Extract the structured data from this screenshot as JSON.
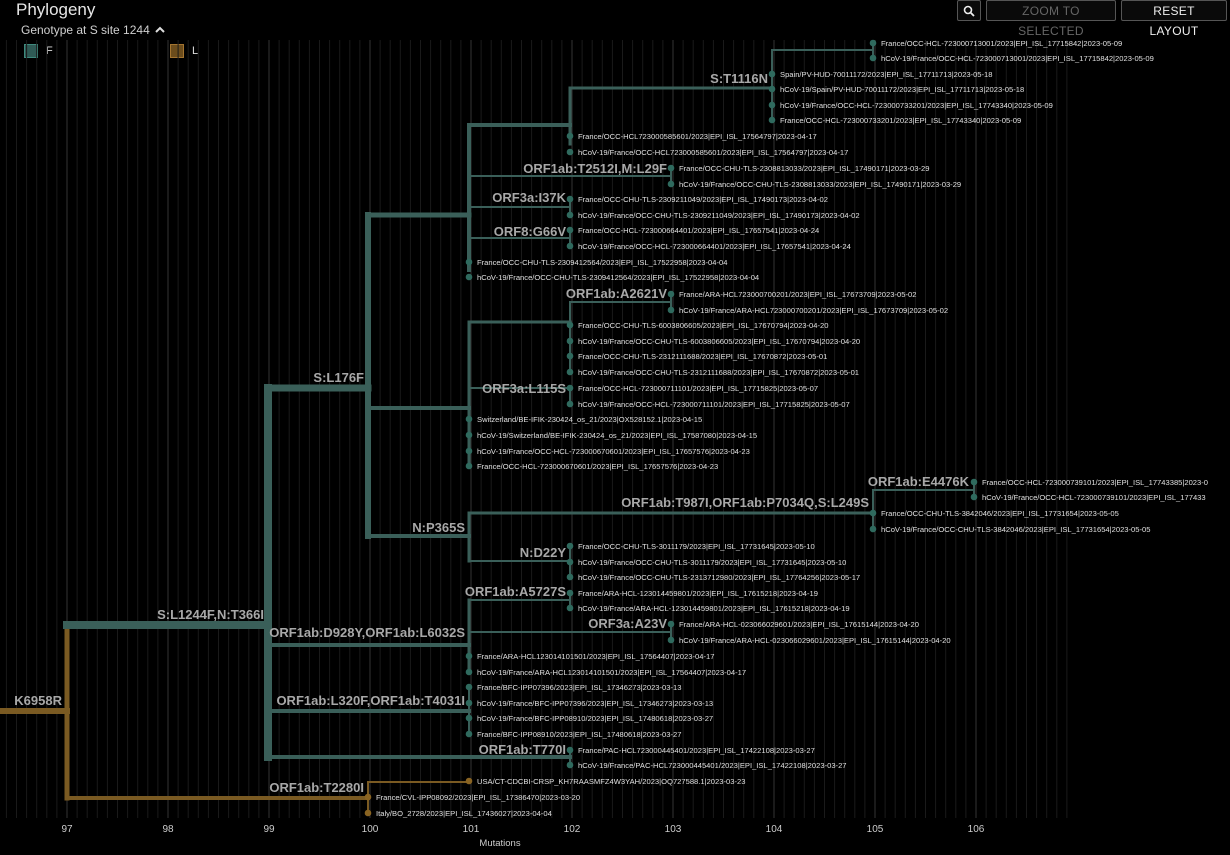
{
  "panel": {
    "title": "Phylogeny",
    "zoom_selected_label": "ZOOM TO SELECTED",
    "reset_layout_label": "RESET LAYOUT"
  },
  "legend": {
    "title": "Genotype at S site 1244",
    "items": [
      {
        "label": "F",
        "color": "#2f5a55"
      },
      {
        "label": "L",
        "color": "#6b4c1c"
      }
    ]
  },
  "colors": {
    "F": "#3a5f59",
    "L": "#7a5a22",
    "grid": "#2a2a2a",
    "tip_F": "#2f6a5e",
    "tip_L": "#8a6422",
    "mutation_label": "#a8a8a8"
  },
  "axis": {
    "title": "Mutations",
    "ticks": [
      "97",
      "98",
      "99",
      "100",
      "101",
      "102",
      "103",
      "104",
      "105",
      "106"
    ]
  },
  "branch_labels": [
    "K6958R",
    "S:L1244F,N:T366I",
    "ORF1ab:T2280I",
    "S:L176F",
    "ORF1ab:D928Y,ORF1ab:L6032S",
    "ORF1ab:L320F,ORF1ab:T4031I",
    "ORF1ab:T770I",
    "S:T1116N",
    "ORF1ab:T2512I,M:L29F",
    "ORF3a:I37K",
    "ORF8:G66V",
    "ORF1ab:A2621V",
    "ORF3a:L115S",
    "ORF1ab:E4476K",
    "ORF1ab:T987I,ORF1ab:P7034Q,S:L249S",
    "N:P365S",
    "N:D22Y",
    "ORF1ab:A5727S",
    "ORF3a:A23V"
  ],
  "tips": [
    "France/OCC-HCL-723000713001/2023|EPI_ISL_17715842|2023-05-09",
    "hCoV-19/France/OCC-HCL-723000713001/2023|EPI_ISL_17715842|2023-05-09",
    "Spain/PV-HUD-70011172/2023|EPI_ISL_17711713|2023-05-18",
    "hCoV-19/Spain/PV-HUD-70011172/2023|EPI_ISL_17711713|2023-05-18",
    "hCoV-19/France/OCC-HCL-723000733201/2023|EPI_ISL_17743340|2023-05-09",
    "France/OCC-HCL-723000733201/2023|EPI_ISL_17743340|2023-05-09",
    "France/OCC-HCL723000585601/2023|EPI_ISL_17564797|2023-04-17",
    "hCoV-19/France/OCC-HCL723000585601/2023|EPI_ISL_17564797|2023-04-17",
    "France/OCC-CHU-TLS-2308813033/2023|EPI_ISL_17490171|2023-03-29",
    "hCoV-19/France/OCC-CHU-TLS-2308813033/2023|EPI_ISL_17490171|2023-03-29",
    "France/OCC-CHU-TLS-2309211049/2023|EPI_ISL_17490173|2023-04-02",
    "hCoV-19/France/OCC-CHU-TLS-2309211049/2023|EPI_ISL_17490173|2023-04-02",
    "France/OCC-HCL-723000664401/2023|EPI_ISL_17657541|2023-04-24",
    "hCoV-19/France/OCC-HCL-723000664401/2023|EPI_ISL_17657541|2023-04-24",
    "France/OCC-CHU-TLS-2309412564/2023|EPI_ISL_17522958|2023-04-04",
    "hCoV-19/France/OCC-CHU-TLS-2309412564/2023|EPI_ISL_17522958|2023-04-04",
    "France/ARA-HCL723000700201/2023|EPI_ISL_17673709|2023-05-02",
    "hCoV-19/France/ARA-HCL723000700201/2023|EPI_ISL_17673709|2023-05-02",
    "France/OCC-CHU-TLS-6003806605/2023|EPI_ISL_17670794|2023-04-20",
    "hCoV-19/France/OCC-CHU-TLS-6003806605/2023|EPI_ISL_17670794|2023-04-20",
    "France/OCC-CHU-TLS-2312111688/2023|EPI_ISL_17670872|2023-05-01",
    "hCoV-19/France/OCC-CHU-TLS-2312111688/2023|EPI_ISL_17670872|2023-05-01",
    "France/OCC-HCL-723000711101/2023|EPI_ISL_17715825|2023-05-07",
    "hCoV-19/France/OCC-HCL-723000711101/2023|EPI_ISL_17715825|2023-05-07",
    "Switzerland/BE-IFIK-230424_os_21/2023|OX528152.1|2023-04-15",
    "hCoV-19/Switzerland/BE-IFIK-230424_os_21/2023|EPI_ISL_17587080|2023-04-15",
    "hCoV-19/France/OCC-HCL-723000670601/2023|EPI_ISL_17657576|2023-04-23",
    "France/OCC-HCL-723000670601/2023|EPI_ISL_17657576|2023-04-23",
    "France/OCC-HCL-723000739101/2023|EPI_ISL_17743385|2023-0",
    "hCoV-19/France/OCC-HCL-723000739101/2023|EPI_ISL_177433",
    "France/OCC-CHU-TLS-3842046/2023|EPI_ISL_17731654|2023-05-05",
    "hCoV-19/France/OCC-CHU-TLS-3842046/2023|EPI_ISL_17731654|2023-05-05",
    "France/OCC-CHU-TLS-3011179/2023|EPI_ISL_17731645|2023-05-10",
    "hCoV-19/France/OCC-CHU-TLS-3011179/2023|EPI_ISL_17731645|2023-05-10",
    "hCoV-19/France/OCC-CHU-TLS-2313712980/2023|EPI_ISL_17764256|2023-05-17",
    "France/ARA-HCL-123014459801/2023|EPI_ISL_17615218|2023-04-19",
    "hCoV-19/France/ARA-HCL-123014459801/2023|EPI_ISL_17615218|2023-04-19",
    "France/ARA-HCL-023066029601/2023|EPI_ISL_17615144|2023-04-20",
    "hCoV-19/France/ARA-HCL-023066029601/2023|EPI_ISL_17615144|2023-04-20",
    "France/ARA-HCL123014101501/2023|EPI_ISL_17564407|2023-04-17",
    "hCoV-19/France/ARA-HCL123014101501/2023|EPI_ISL_17564407|2023-04-17",
    "France/BFC-IPP07396/2023|EPI_ISL_17346273|2023-03-13",
    "hCoV-19/France/BFC-IPP07396/2023|EPI_ISL_17346273|2023-03-13",
    "hCoV-19/France/BFC-IPP08910/2023|EPI_ISL_17480618|2023-03-27",
    "France/BFC-IPP08910/2023|EPI_ISL_17480618|2023-03-27",
    "France/PAC-HCL723000445401/2023|EPI_ISL_17422108|2023-03-27",
    "hCoV-19/France/PAC-HCL723000445401/2023|EPI_ISL_17422108|2023-03-27",
    "USA/CT-CDCBI-CRSP_KH7RAASMFZ4W3YAH/2023|OQ727588.1|2023-03-23",
    "France/CVL-IPP08092/2023|EPI_ISL_17386470|2023-03-20",
    "Italy/BO_2728/2023|EPI_ISL_17436027|2023-04-04"
  ]
}
